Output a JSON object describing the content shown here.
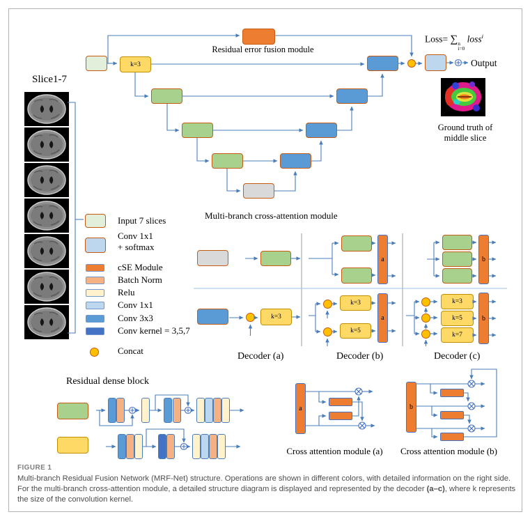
{
  "palette": {
    "green": "#a9d18e",
    "light_green": "#e2efda",
    "blue": "#5b9bd5",
    "light_blue": "#bdd7ee",
    "dark_blue": "#4472c4",
    "gold": "#ffd966",
    "concat_yellow": "#ffc000",
    "orange": "#ed7d31",
    "salmon": "#f4b183",
    "cream": "#fff2cc",
    "gray": "#d9d9d9",
    "arrow": "#4a7ebb"
  },
  "unet": {
    "k3_label": "k=3",
    "residual_module_label": "Residual error fusion module",
    "loss_prefix": "Loss= ",
    "loss_sum": "∑",
    "loss_sup": "n",
    "loss_sub": "i=0",
    "loss_body": "loss",
    "loss_exp": "i",
    "output_label": "Output",
    "ground_truth_line1": "Ground truth of",
    "ground_truth_line2": "middle slice"
  },
  "slices": {
    "label": "Slice1-7",
    "count": "7"
  },
  "legend": {
    "items": [
      {
        "name": "input-7-slices",
        "label": "Input 7 slices",
        "color": "#e2efda"
      },
      {
        "name": "conv-1x1-softmax",
        "label_line1": "Conv 1x1",
        "label_line2": "+ softmax",
        "color": "#bdd7ee"
      },
      {
        "name": "cse-module",
        "label": "cSE Module",
        "color": "#ed7d31"
      },
      {
        "name": "batch-norm",
        "label": "Batch Norm",
        "color": "#f4b183"
      },
      {
        "name": "relu",
        "label": "Relu",
        "color": "#fff2cc"
      },
      {
        "name": "conv-1x1",
        "label": "Conv 1x1",
        "color": "#bdd7ee"
      },
      {
        "name": "conv-3x3",
        "label": "Conv 3x3",
        "color": "#5b9bd5"
      },
      {
        "name": "conv-kernel",
        "label": "Conv kernel = 3,5,7",
        "color": "#4472c4"
      },
      {
        "name": "concat",
        "label": "Concat",
        "color": "#ffc000"
      }
    ]
  },
  "attention": {
    "title": "Multi-branch cross-attention module",
    "decoder_a_label": "Decoder (a)",
    "decoder_b_label": "Decoder (b)",
    "decoder_c_label": "Decoder (c)",
    "k3": "k=3",
    "k5": "k=5",
    "k7": "k=7",
    "bar_a": "a",
    "bar_b": "b"
  },
  "dense_block": {
    "title": "Residual dense block"
  },
  "cross_attention": {
    "module_a_label": "Cross attention module (a)",
    "module_b_label": "Cross attention module (b)",
    "bar_a": "a",
    "bar_b": "b"
  },
  "caption": {
    "figure_label": "FIGURE 1",
    "part1": "Multi-branch Residual Fusion Network (MRF-Net) structure. Operations are shown in different colors, with detailed information on the right side. For the multi-branch cross-attention module, a detailed structure diagram is displayed and represented by the decoder ",
    "bold": "(a–c)",
    "part2": ", where k represents the size of the convolution kernel."
  }
}
